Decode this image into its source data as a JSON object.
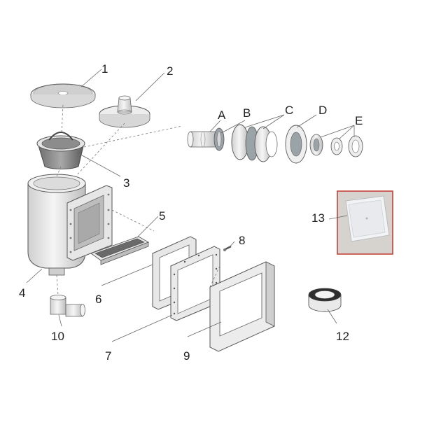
{
  "diagram": {
    "labels": [
      {
        "id": "1",
        "text": "1"
      },
      {
        "id": "2",
        "text": "2"
      },
      {
        "id": "3",
        "text": "3"
      },
      {
        "id": "4",
        "text": "4"
      },
      {
        "id": "5",
        "text": "5"
      },
      {
        "id": "6",
        "text": "6"
      },
      {
        "id": "7",
        "text": "7"
      },
      {
        "id": "8",
        "text": "8"
      },
      {
        "id": "9",
        "text": "9"
      },
      {
        "id": "10",
        "text": "10"
      },
      {
        "id": "12",
        "text": "12"
      },
      {
        "id": "13",
        "text": "13"
      },
      {
        "id": "A",
        "text": "A"
      },
      {
        "id": "B",
        "text": "B"
      },
      {
        "id": "C",
        "text": "C"
      },
      {
        "id": "D",
        "text": "D"
      },
      {
        "id": "E",
        "text": "E"
      }
    ],
    "colors": {
      "part_fill": "#f2f2f2",
      "part_shade": "#c8c8c8",
      "gasket_gray": "#9aa3a8",
      "photo_frame": "#c0392b",
      "photo_bg": "#d6d3cf"
    }
  }
}
